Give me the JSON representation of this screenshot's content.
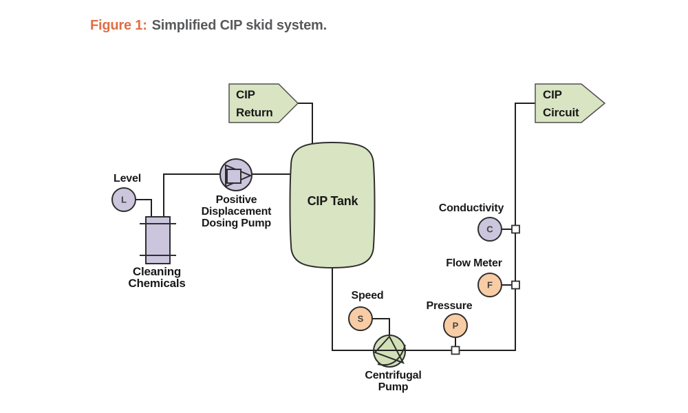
{
  "figure": {
    "label": "Figure 1:",
    "caption": "Simplified CIP skid system."
  },
  "colors": {
    "figure_label_orange": "#e06e45",
    "caption_gray": "#58595b",
    "vessel_green": "#d9e4c2",
    "pump_green": "#d2e0b7",
    "instrument_lavender": "#cbc5dd",
    "instrument_peach": "#f8cca5",
    "line_black": "#1f1f1f"
  },
  "diagram": {
    "cip_return": {
      "line1": "CIP",
      "line2": "Return"
    },
    "cip_circuit": {
      "line1": "CIP",
      "line2": "Circuit"
    },
    "cip_tank": {
      "label": "CIP Tank"
    },
    "level": {
      "label": "Level",
      "letter": "L"
    },
    "conductivity": {
      "label": "Conductivity",
      "letter": "C"
    },
    "flow_meter": {
      "label": "Flow Meter",
      "letter": "F"
    },
    "speed": {
      "label": "Speed",
      "letter": "S"
    },
    "pressure": {
      "label": "Pressure",
      "letter": "P"
    },
    "dosing_pump": {
      "line1": "Positive",
      "line2": "Displacement",
      "line3": "Dosing Pump"
    },
    "cleaning_chemicals": {
      "line1": "Cleaning",
      "line2": "Chemicals"
    },
    "centrifugal_pump": {
      "line1": "Centrifugal",
      "line2": "Pump"
    }
  }
}
